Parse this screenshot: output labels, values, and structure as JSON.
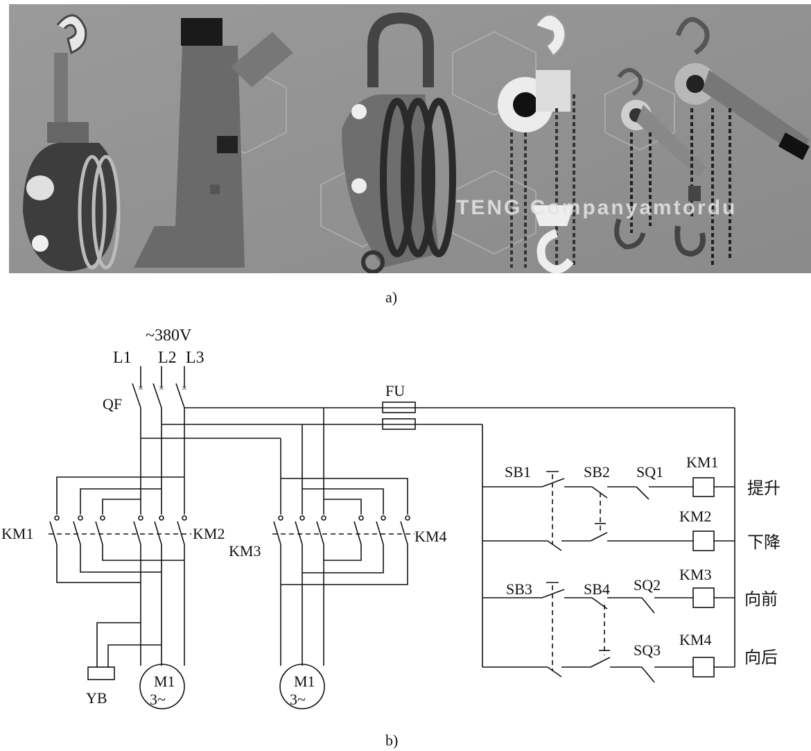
{
  "figure": {
    "caption_a": "a)",
    "caption_b": "b)"
  },
  "photo": {
    "watermark": "TENG Companyamtordu",
    "tools": [
      "pulley-block-small",
      "rack-jack",
      "triple-pulley-block",
      "chain-hoist",
      "lever-hoist-small",
      "lever-hoist-large"
    ]
  },
  "circuit": {
    "supply": "~380V",
    "phases": [
      "L1",
      "L2",
      "L3"
    ],
    "breaker": "QF",
    "fuse": "FU",
    "contactors_power": [
      "KM1",
      "KM2",
      "KM3",
      "KM4"
    ],
    "brake": "YB",
    "motor1": {
      "name": "M1",
      "type": "3~"
    },
    "motor2": {
      "name": "M1",
      "type": "3~"
    },
    "rungs": [
      {
        "buttons": [
          "SB1",
          "SB2"
        ],
        "limit": "SQ1",
        "coil": "KM1",
        "function": "提升"
      },
      {
        "buttons": [],
        "limit": "",
        "coil": "KM2",
        "function": "下降"
      },
      {
        "buttons": [
          "SB3",
          "SB4"
        ],
        "limit": "SQ2",
        "coil": "KM3",
        "function": "向前"
      },
      {
        "buttons": [],
        "limit": "SQ3",
        "coil": "KM4",
        "function": "向后"
      }
    ]
  }
}
